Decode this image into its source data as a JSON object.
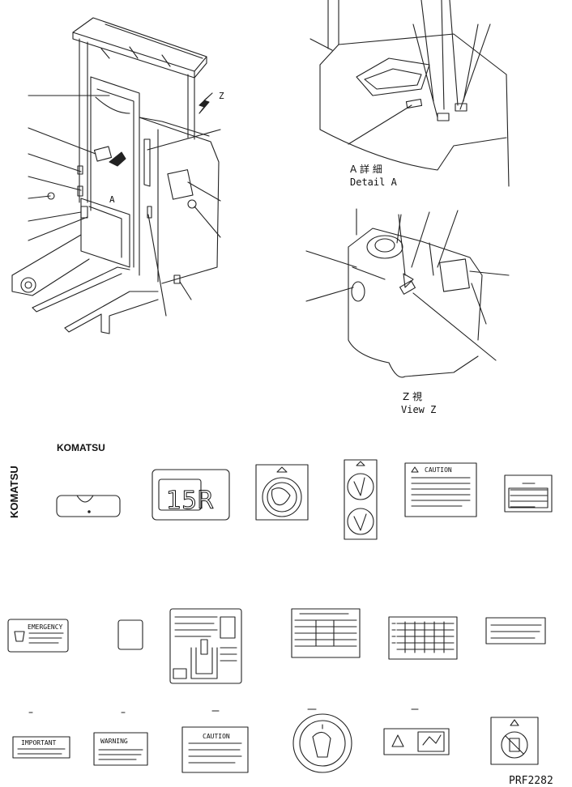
{
  "main_view": {
    "view_arrow_letter": "Z",
    "detail_letter": "A"
  },
  "detail_a": {
    "caption_jp": "A 詳 細",
    "caption_en": "Detail A"
  },
  "view_z": {
    "caption_jp": "Z 視",
    "caption_en": "View Z"
  },
  "decals": {
    "brand_vertical": "KOMATSU",
    "brand_horizontal": "KOMATSU",
    "model_plate": "15R",
    "model_plate_short": "15",
    "caution_plate": "CAUTION",
    "emergency_plate": "EMERGENCY",
    "warning_plate": "WARNING",
    "important_plate": "IMPORTANT",
    "caution_plate_2": "CAUTION"
  },
  "drawing_code": "PRF2282"
}
